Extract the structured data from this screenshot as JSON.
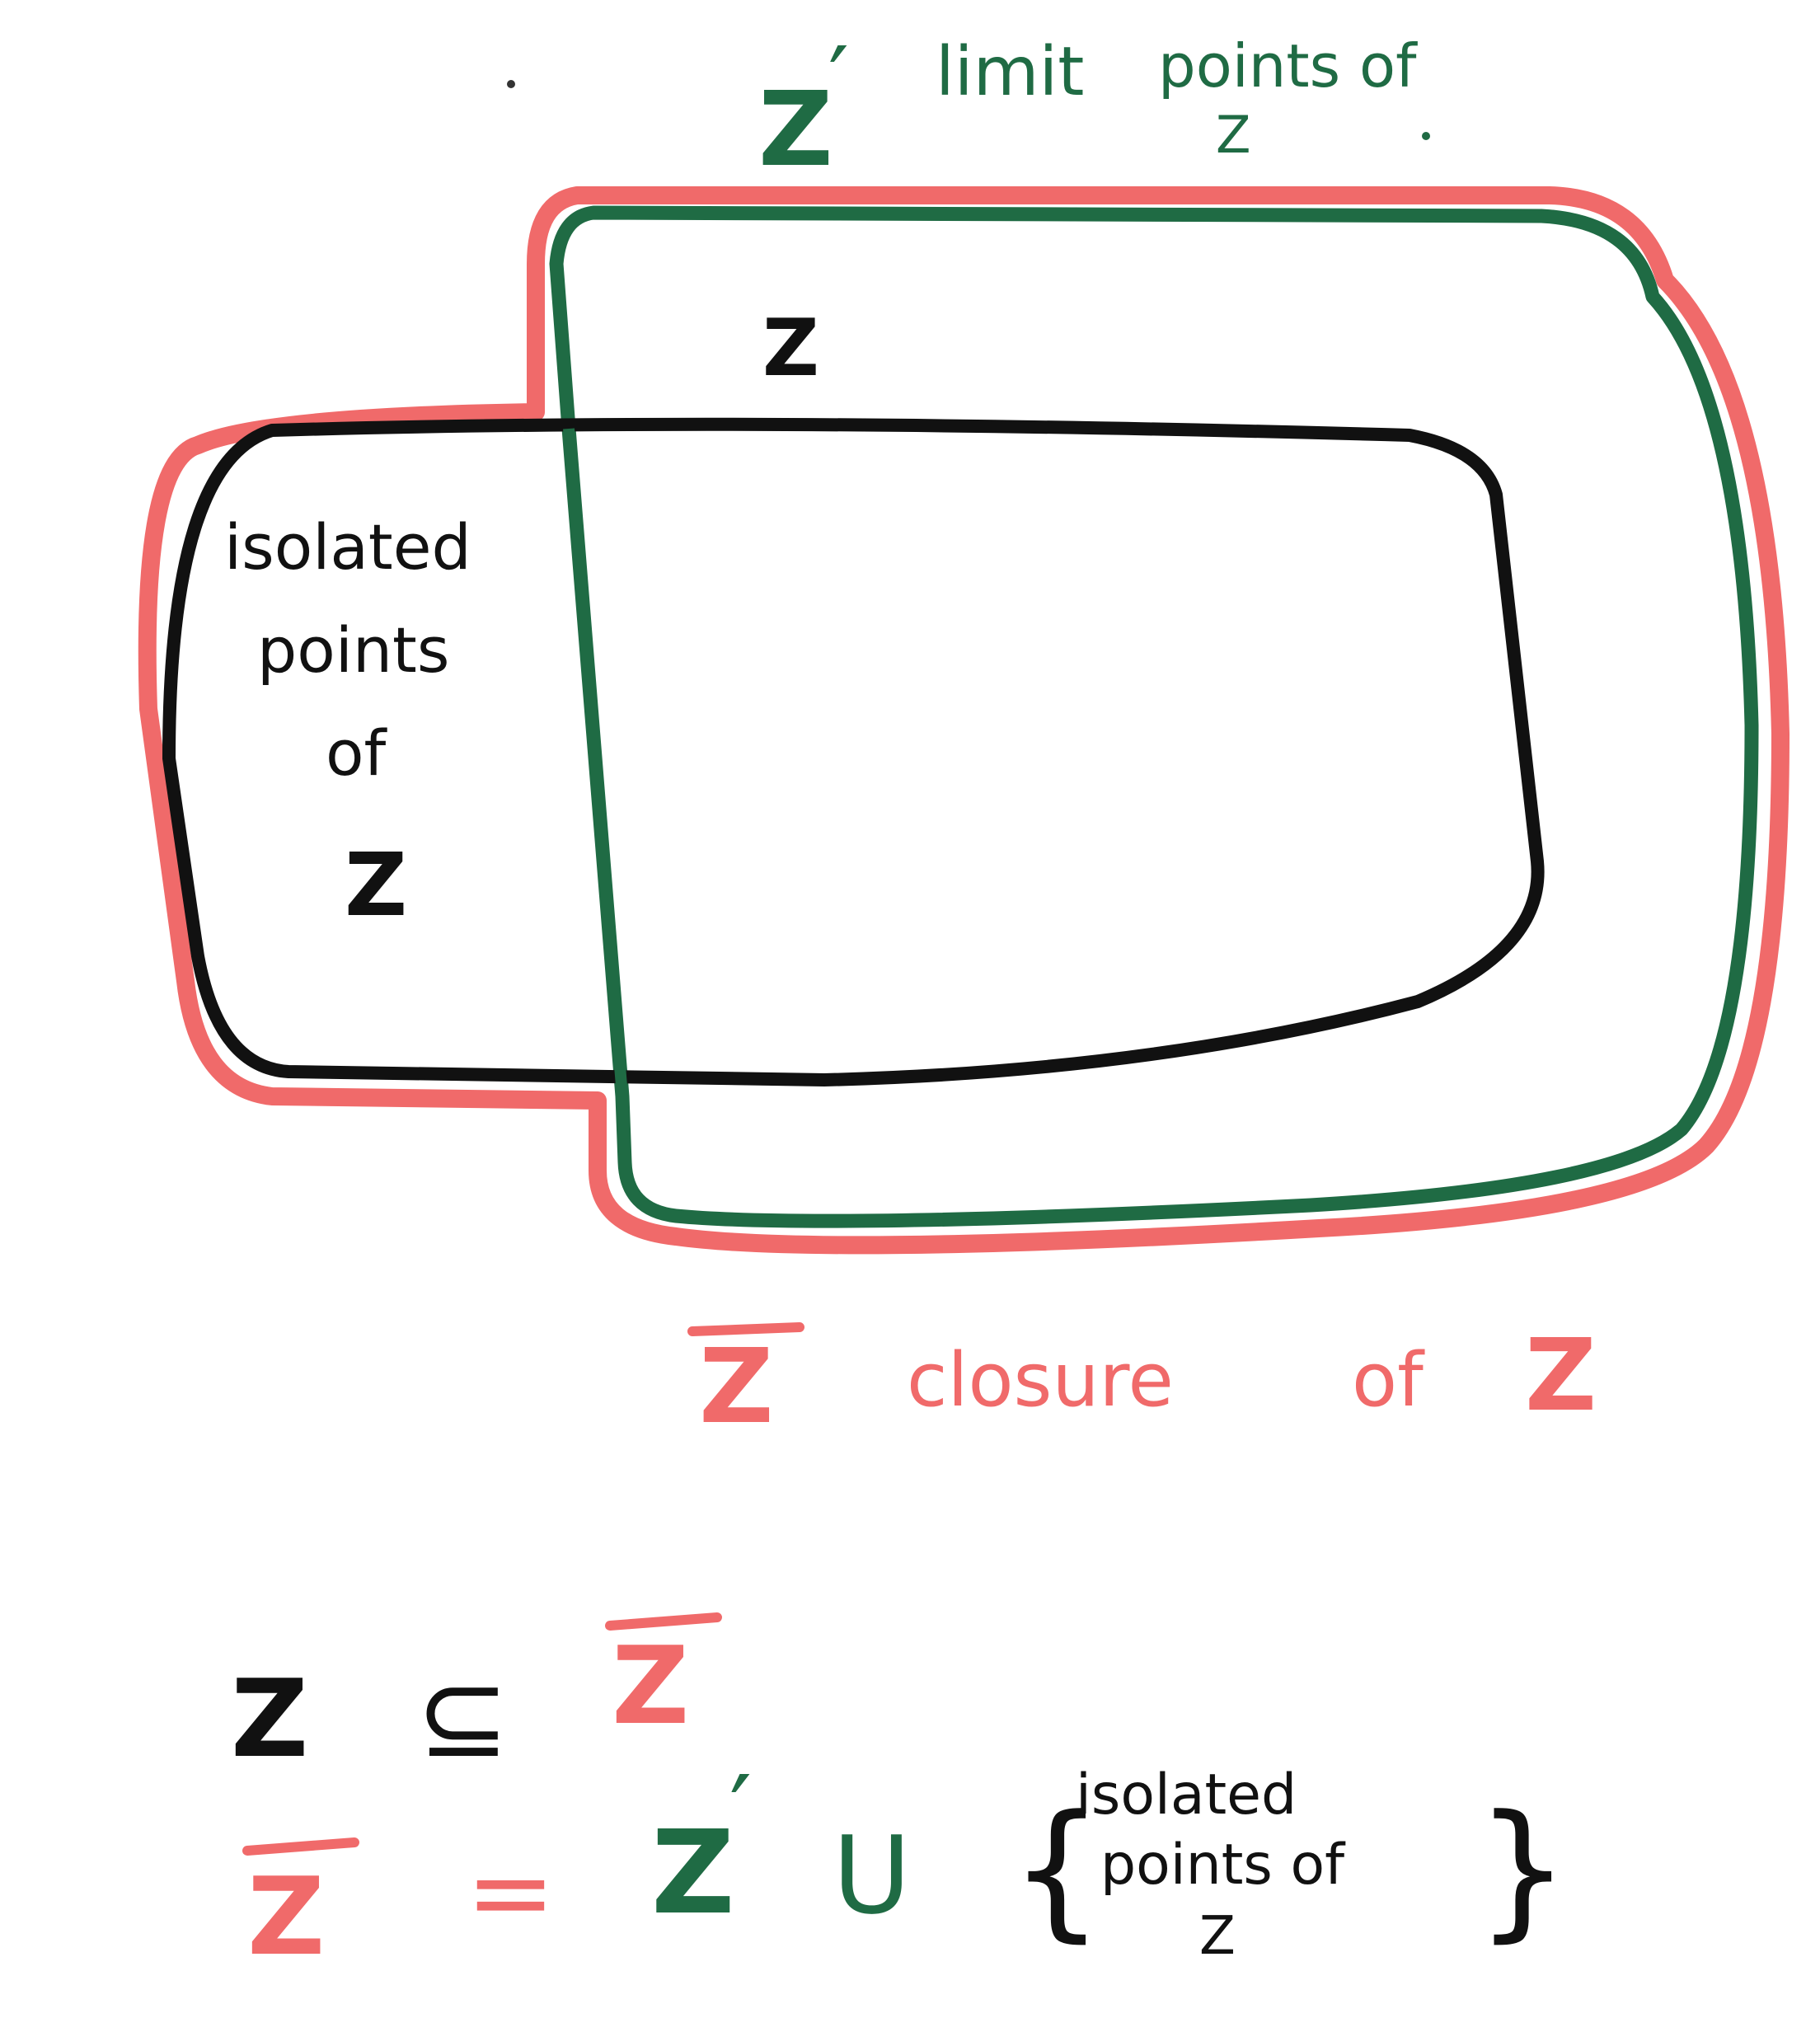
{
  "colors": {
    "black": "#111111",
    "green": "#1f6b44",
    "red": "#f06a6a",
    "paper": "#ffffff"
  },
  "labels": {
    "z_prime_symbol": "Z",
    "z_prime_mark": "′",
    "limit_label": "limit",
    "limit_points_label": "points of",
    "limit_points_z": "Z",
    "z_label": "Z",
    "isolated_1": "isolated",
    "isolated_2": "points",
    "isolated_3": "of",
    "isolated_4": "Z",
    "closure_symbol": "Z",
    "closure_label": "closure",
    "closure_of": "of",
    "closure_z": "Z"
  },
  "equations": {
    "eq1_left": "Z",
    "eq1_op": "⊆",
    "eq1_right": "Z",
    "eq2_left": "Z",
    "eq2_eq": "=",
    "eq2_zprime": "Z",
    "eq2_prime": "′",
    "eq2_union": "U",
    "eq2_brace_open": "{",
    "eq2_set_1": "isolated",
    "eq2_set_2": "points of",
    "eq2_set_3": "Z",
    "eq2_brace_close": "}"
  }
}
